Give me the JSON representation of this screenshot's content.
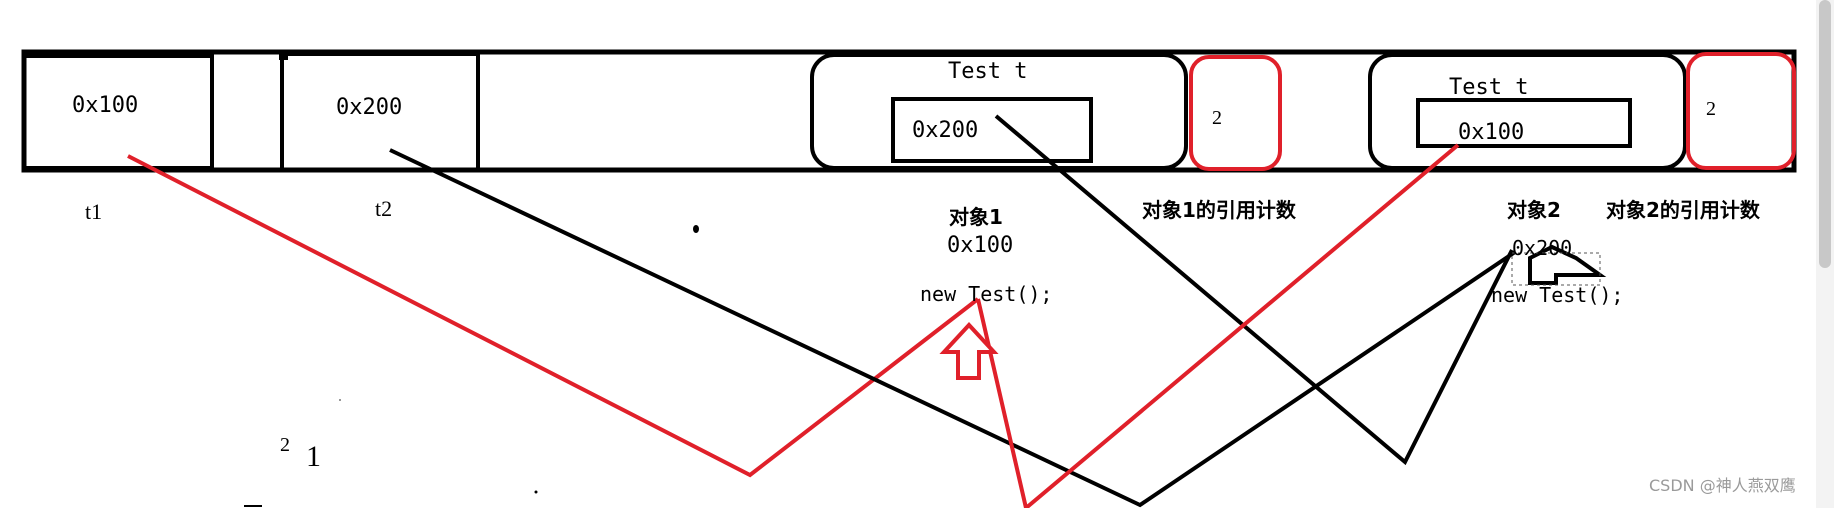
{
  "stack": {
    "t1": {
      "value": "0x100",
      "label": "t1"
    },
    "t2": {
      "value": "0x200",
      "label": "t2"
    }
  },
  "object1": {
    "field": "Test t",
    "value": "0x200",
    "refcount": "2",
    "title": "对象1",
    "address": "0x100",
    "ctor": "new Test();",
    "refcount_label": "对象1的引用计数"
  },
  "object2": {
    "field": "Test t",
    "value": "0x100",
    "refcount": "2",
    "title": "对象2",
    "address": "0x200",
    "ctor": "new Test();",
    "refcount_label": "对象2的引用计数"
  },
  "misc": {
    "stray_small": "2",
    "stray_large": "1"
  },
  "watermark": "CSDN @神人燕双鹰",
  "colors": {
    "ink": "#000000",
    "accent_red": "#e0202a"
  }
}
